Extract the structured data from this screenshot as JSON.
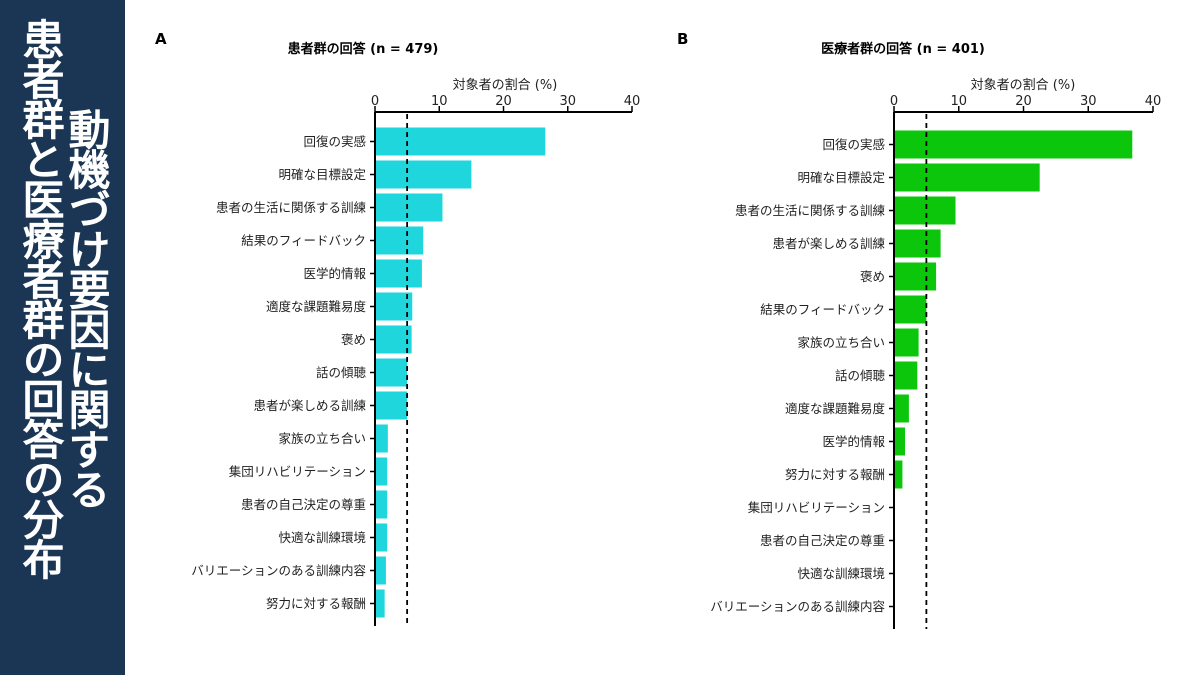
{
  "sidebar": {
    "title_line1": "患者群と医療者群の回答の分布",
    "title_line2": "動機づけ要因に関する"
  },
  "chart_data": [
    {
      "type": "bar",
      "orientation": "horizontal",
      "panel": "A",
      "title": "患者群の回答 (n = 479)",
      "xlabel": "対象者の割合 (%)",
      "xlim": [
        0,
        40
      ],
      "xticks": [
        0,
        10,
        20,
        30,
        40
      ],
      "reference_line": 5,
      "color": "#1ed6dc",
      "categories": [
        "回復の実感",
        "明確な目標設定",
        "患者の生活に関係する訓練",
        "結果のフィードバック",
        "医学的情報",
        "適度な課題難易度",
        "褒め",
        "話の傾聴",
        "患者が楽しめる訓練",
        "家族の立ち合い",
        "集団リハビリテーション",
        "患者の自己決定の尊重",
        "快適な訓練環境",
        "バリエーションのある訓練内容",
        "努力に対する報酬"
      ],
      "values": [
        26.5,
        15,
        10.5,
        7.5,
        7.3,
        5.8,
        5.7,
        5,
        5,
        2,
        1.9,
        1.9,
        1.9,
        1.7,
        1.5
      ]
    },
    {
      "type": "bar",
      "orientation": "horizontal",
      "panel": "B",
      "title": "医療者群の回答 (n = 401)",
      "xlabel": "対象者の割合 (%)",
      "xlim": [
        0,
        40
      ],
      "xticks": [
        0,
        10,
        20,
        30,
        40
      ],
      "reference_line": 5,
      "color": "#0bc60b",
      "categories": [
        "回復の実感",
        "明確な目標設定",
        "患者の生活に関係する訓練",
        "患者が楽しめる訓練",
        "褒め",
        "結果のフィードバック",
        "家族の立ち合い",
        "話の傾聴",
        "適度な課題難易度",
        "医学的情報",
        "努力に対する報酬",
        "集団リハビリテーション",
        "患者の自己決定の尊重",
        "快適な訓練環境",
        "バリエーションのある訓練内容"
      ],
      "values": [
        36.8,
        22.5,
        9.5,
        7.2,
        6.5,
        5,
        3.8,
        3.6,
        2.3,
        1.7,
        1.3,
        0,
        0,
        0,
        0
      ]
    }
  ]
}
